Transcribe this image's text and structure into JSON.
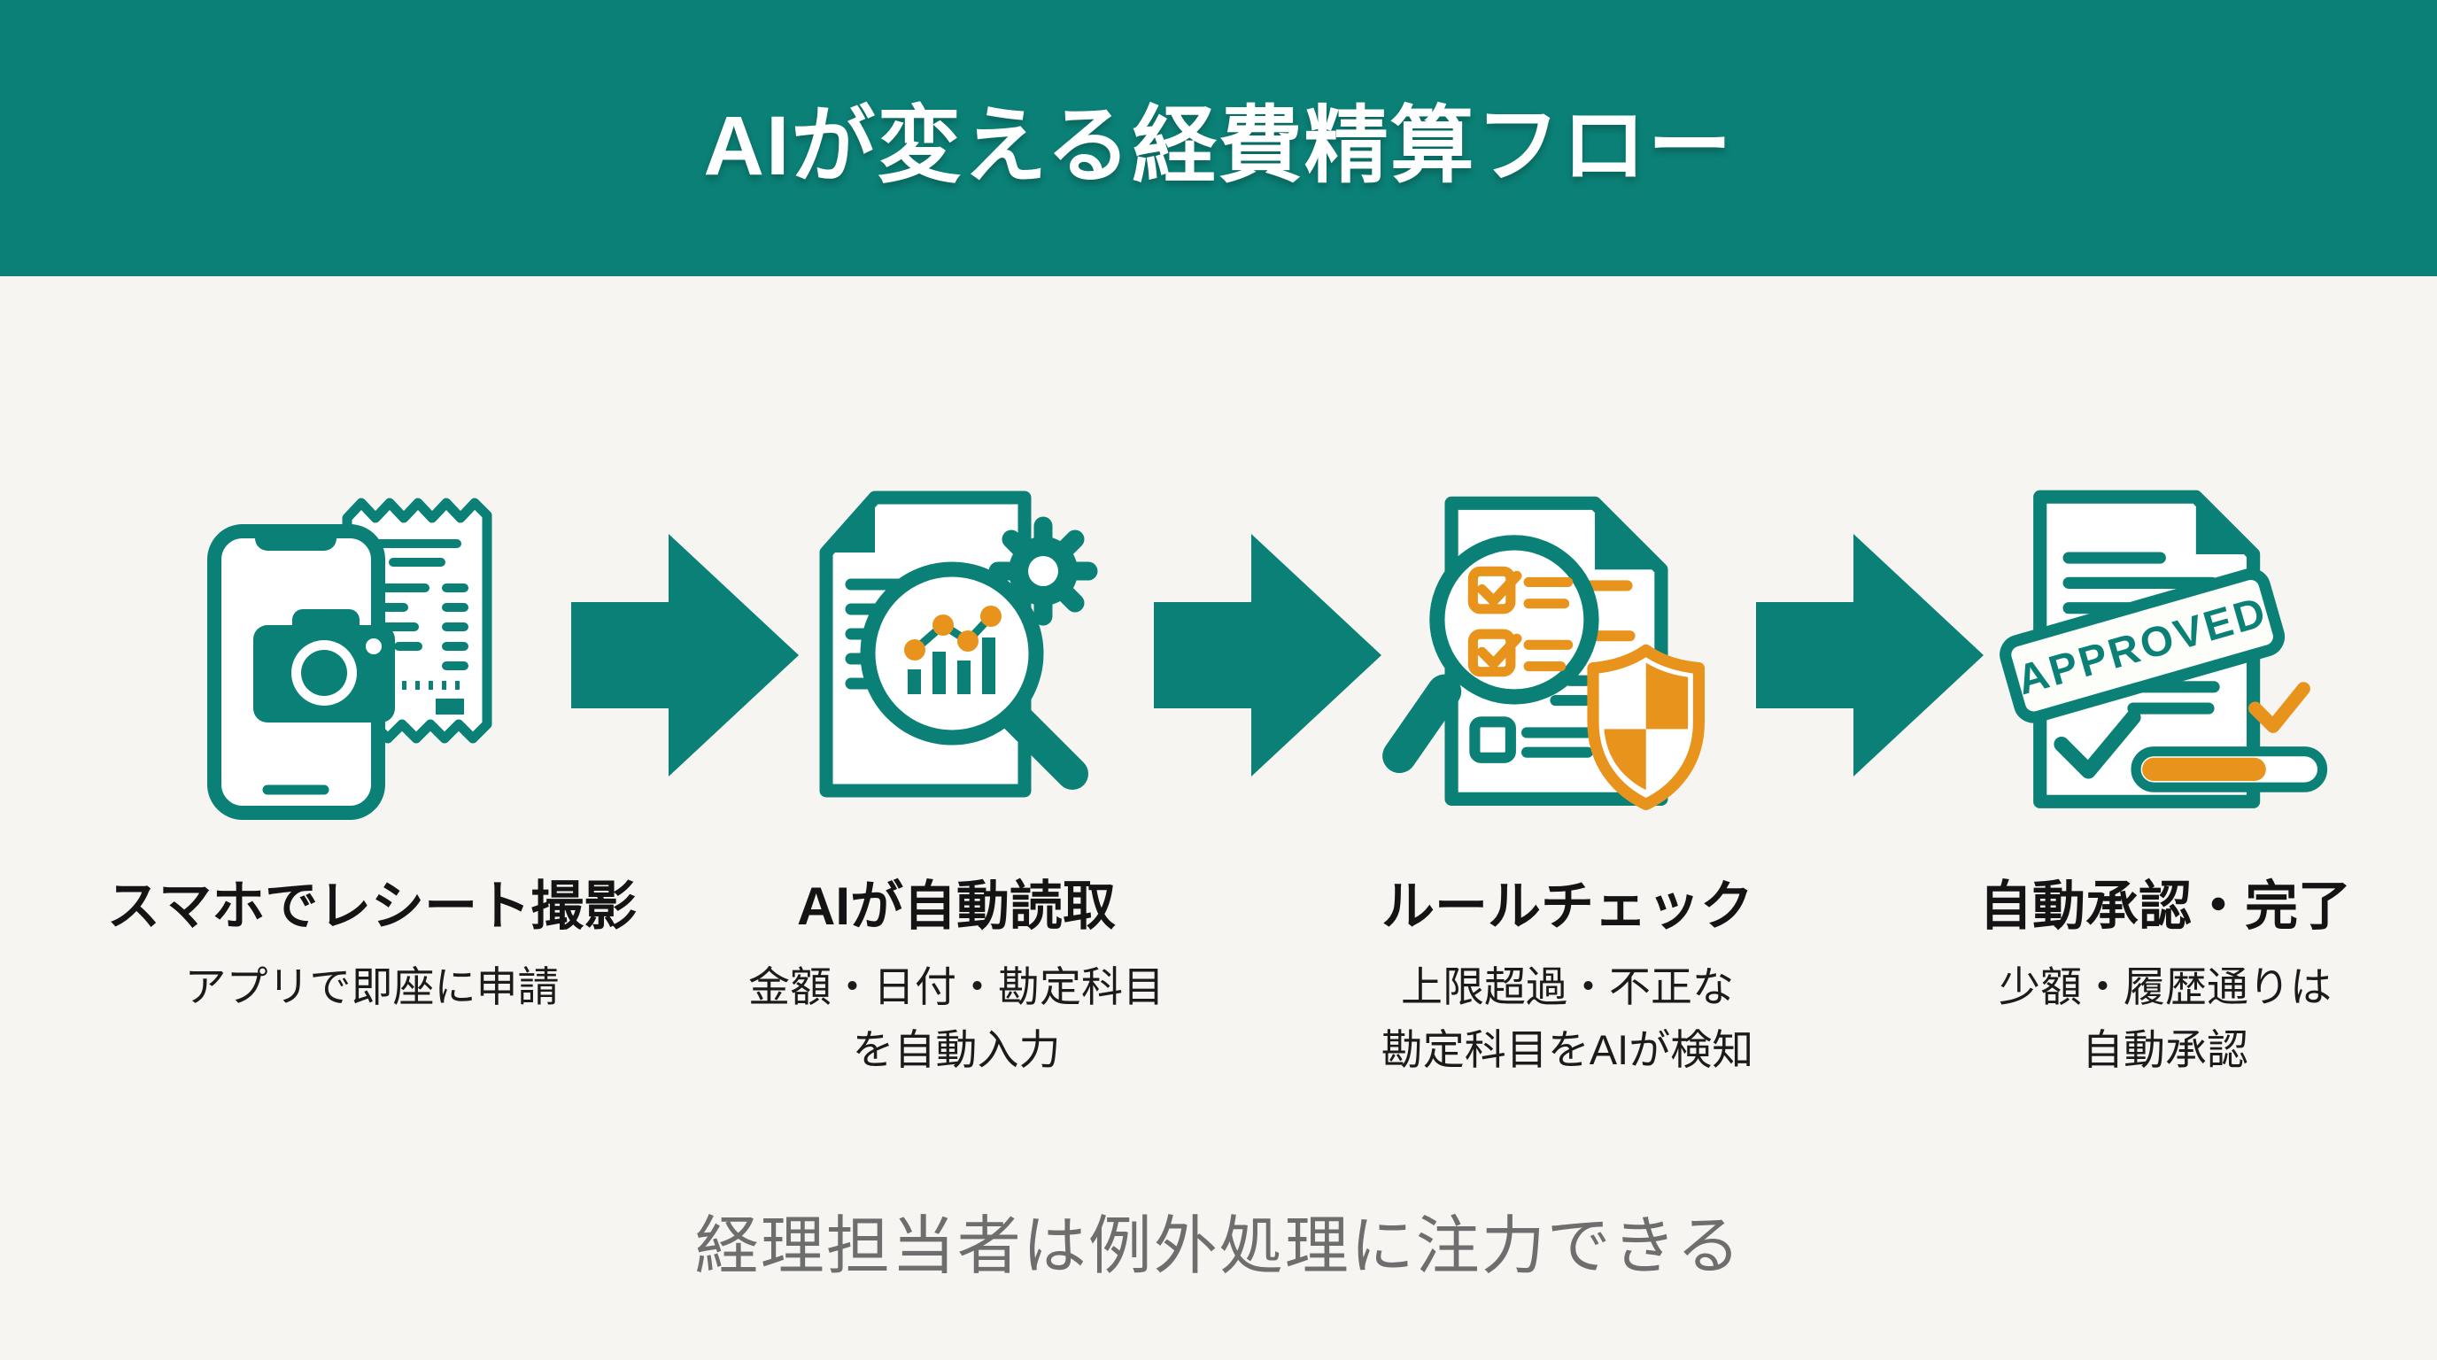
{
  "header": {
    "title": "AIが変える経費精算フロー"
  },
  "steps": [
    {
      "title": "スマホでレシート撮影",
      "subtitle_line1": "アプリで即座に申請",
      "subtitle_line2": "",
      "icon": "smartphone-receipt-camera"
    },
    {
      "title": "AIが自動読取",
      "subtitle_line1": "金額・日付・勘定科目",
      "subtitle_line2": "を自動入力",
      "icon": "document-chart-magnifier-gear"
    },
    {
      "title": "ルールチェック",
      "subtitle_line1": "上限超過・不正な",
      "subtitle_line2": "勘定科目をAIが検知",
      "icon": "checklist-magnifier-shield"
    },
    {
      "title": "自動承認・完了",
      "subtitle_line1": "少額・履歴通りは",
      "subtitle_line2": "自動承認",
      "stamp_label": "APPROVED",
      "icon": "approved-document"
    }
  ],
  "footnote": "経理担当者は例外処理に注力できる",
  "colors": {
    "teal": "#0B8076",
    "orange": "#E8941C",
    "background": "#F7F5F2",
    "header_text": "#FFFFFF",
    "body_text": "#1B1B1B",
    "footnote_text": "#6E6E6E"
  },
  "arrows": {
    "count": 3,
    "direction": "right"
  }
}
